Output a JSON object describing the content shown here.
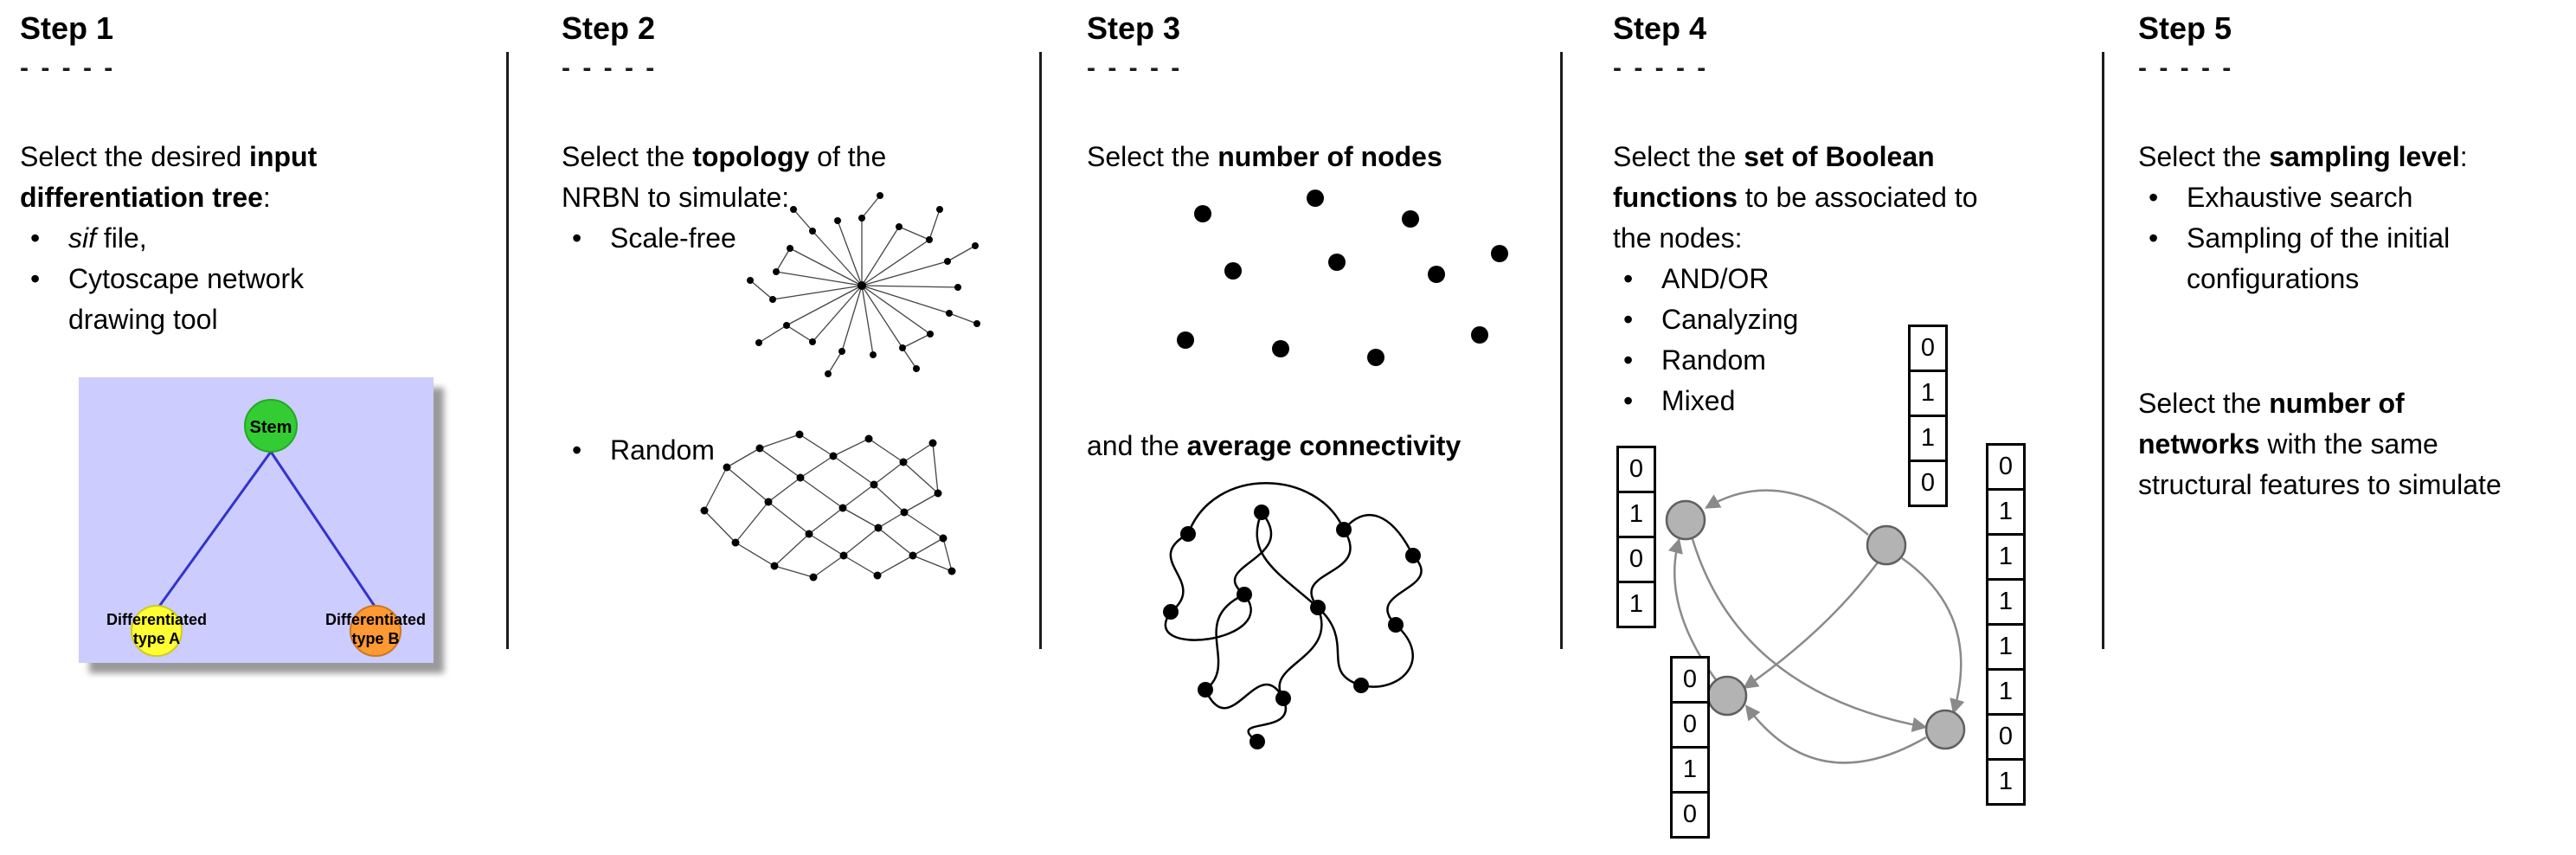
{
  "steps": [
    {
      "title": "Step 1",
      "dashes": "- - - - -",
      "intro_lines": [
        {
          "pre": "Select the desired ",
          "bold": "input",
          "post": ""
        },
        {
          "pre": "",
          "bold": "differentiation tree",
          "post": ":"
        }
      ],
      "bullets": [
        {
          "italic": "sif",
          "text": " file,"
        },
        {
          "italic": "",
          "text": "Cytoscape network drawing tool"
        }
      ],
      "tree": {
        "stem": "Stem",
        "type_a": [
          "Differentiated",
          "type A"
        ],
        "type_b": [
          "Differentiated",
          "type B"
        ],
        "colors": {
          "panel": "#ccccfe",
          "stem": "#33cc33",
          "type_a": "#ffff33",
          "type_b": "#ff9933",
          "edge": "#3333cc"
        }
      }
    },
    {
      "title": "Step 2",
      "dashes": "- - - - -",
      "intro_lines": [
        {
          "pre": "Select the ",
          "bold": "topology",
          "post": " of the"
        },
        {
          "pre": "NRBN to simulate:",
          "bold": "",
          "post": ""
        }
      ],
      "bullets": [
        {
          "italic": "",
          "text": "Scale-free"
        },
        {
          "italic": "",
          "text": "Random"
        }
      ]
    },
    {
      "title": "Step 3",
      "dashes": "- - - - -",
      "intro_lines": [
        {
          "pre": "Select the ",
          "bold": "number of nodes",
          "post": ""
        }
      ],
      "second_line": {
        "pre": "and the ",
        "bold": "average connectivity",
        "post": ""
      }
    },
    {
      "title": "Step 4",
      "dashes": "- - - - -",
      "intro_lines": [
        {
          "pre": "Select the ",
          "bold": "set of Boolean",
          "post": ""
        },
        {
          "pre": "",
          "bold": "functions",
          "post": " to be associated to"
        },
        {
          "pre": "the nodes:",
          "bold": "",
          "post": ""
        }
      ],
      "bullets": [
        {
          "italic": "",
          "text": "AND/OR"
        },
        {
          "italic": "",
          "text": "Canalyzing"
        },
        {
          "italic": "",
          "text": "Random"
        },
        {
          "italic": "",
          "text": "Mixed"
        }
      ],
      "node_color": "#b3b3b3",
      "tables": {
        "left": [
          "0",
          "1",
          "0",
          "1"
        ],
        "top": [
          "0",
          "1",
          "1",
          "0"
        ],
        "bottom_left": [
          "0",
          "0",
          "1",
          "0"
        ],
        "right": [
          "0",
          "1",
          "1",
          "1",
          "1",
          "1",
          "0",
          "1"
        ]
      }
    },
    {
      "title": "Step 5",
      "dashes": "- - - - -",
      "intro_lines": [
        {
          "pre": "Select the ",
          "bold": "sampling level",
          "post": ":"
        }
      ],
      "bullets": [
        {
          "italic": "",
          "text": "Exhaustive search"
        },
        {
          "italic": "",
          "text": "Sampling of the initial configurations"
        }
      ],
      "second_lines": [
        {
          "pre": "Select the ",
          "bold": "number of",
          "post": ""
        },
        {
          "pre": "",
          "bold": "networks",
          "post": " with the same"
        },
        {
          "pre": "structural features to simulate",
          "bold": "",
          "post": ""
        }
      ]
    }
  ]
}
